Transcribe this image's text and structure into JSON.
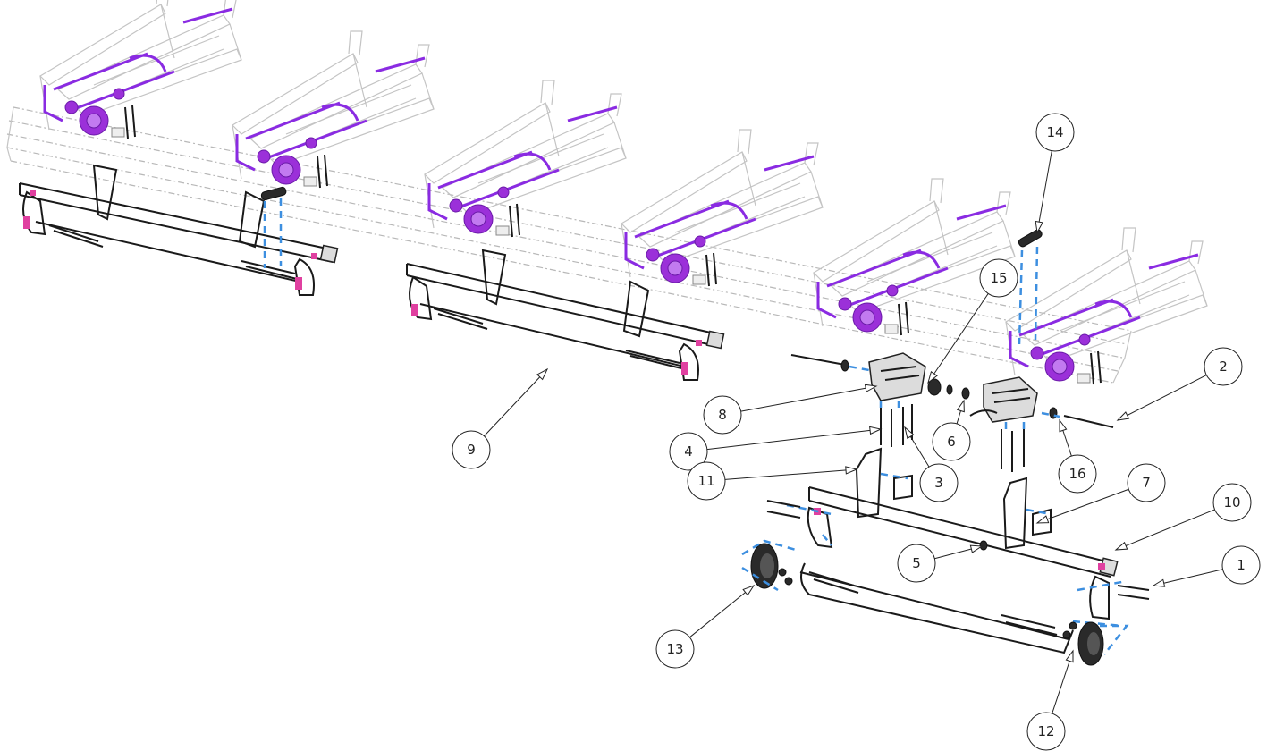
{
  "callouts": [
    {
      "id": "1",
      "label": "1"
    },
    {
      "id": "2",
      "label": "2"
    },
    {
      "id": "3",
      "label": "3"
    },
    {
      "id": "4",
      "label": "4"
    },
    {
      "id": "5",
      "label": "5"
    },
    {
      "id": "6",
      "label": "6"
    },
    {
      "id": "7",
      "label": "7"
    },
    {
      "id": "8",
      "label": "8"
    },
    {
      "id": "9",
      "label": "9"
    },
    {
      "id": "10",
      "label": "10"
    },
    {
      "id": "11",
      "label": "11"
    },
    {
      "id": "12",
      "label": "12"
    },
    {
      "id": "13",
      "label": "13"
    },
    {
      "id": "14",
      "label": "14"
    },
    {
      "id": "15",
      "label": "15"
    },
    {
      "id": "16",
      "label": "16"
    }
  ],
  "colors": {
    "row_unit": "#9b30d9",
    "frame_ghost": "#b8b8b8",
    "hardware": "#1a1a1a",
    "exploded_guides": "#3d8fe0",
    "pivot_marker": "#e040a0"
  }
}
